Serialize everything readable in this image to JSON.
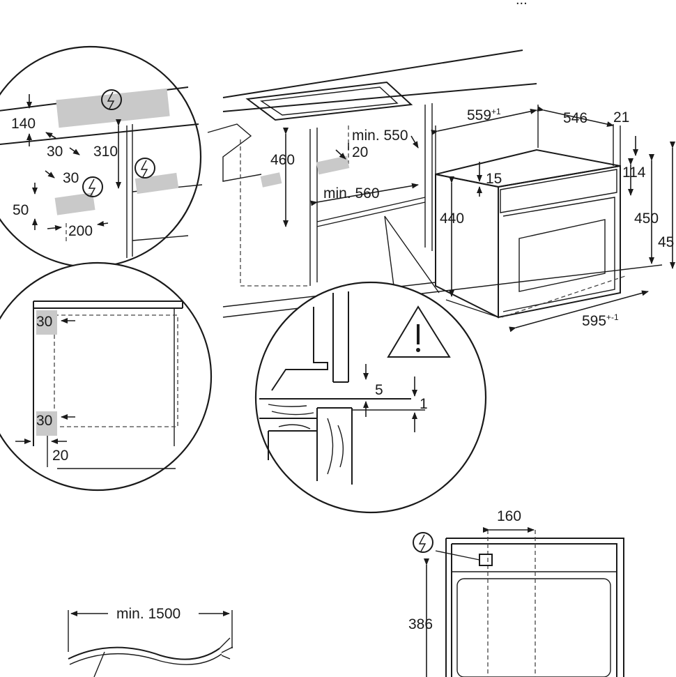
{
  "header_text": "...",
  "top_view": {
    "dim_depth_cabinet": "min. 550",
    "dim_height_cutout": "460",
    "dim_gap": "20",
    "dim_width_cutout": "min. 560"
  },
  "appliance": {
    "dim_width_inner": "559",
    "dim_width_inner_tol": "+1",
    "dim_depth": "546",
    "dim_front": "21",
    "dim_top_gap": "15",
    "dim_panel": "114",
    "dim_height": "450",
    "dim_height_total": "45",
    "dim_height_inner": "440",
    "dim_width": "595",
    "dim_width_tol": "+-1"
  },
  "detail_socket": {
    "dim_140": "140",
    "dim_30a": "30",
    "dim_310": "310",
    "dim_30b": "30",
    "dim_50": "50",
    "dim_200": "200"
  },
  "detail_front": {
    "dim_30_top": "30",
    "dim_30_bottom": "30",
    "dim_20": "20"
  },
  "detail_section": {
    "dim_5": "5",
    "dim_1": "1"
  },
  "cable": {
    "dim_length": "min. 1500"
  },
  "back_view": {
    "dim_160": "160",
    "dim_386": "386"
  }
}
